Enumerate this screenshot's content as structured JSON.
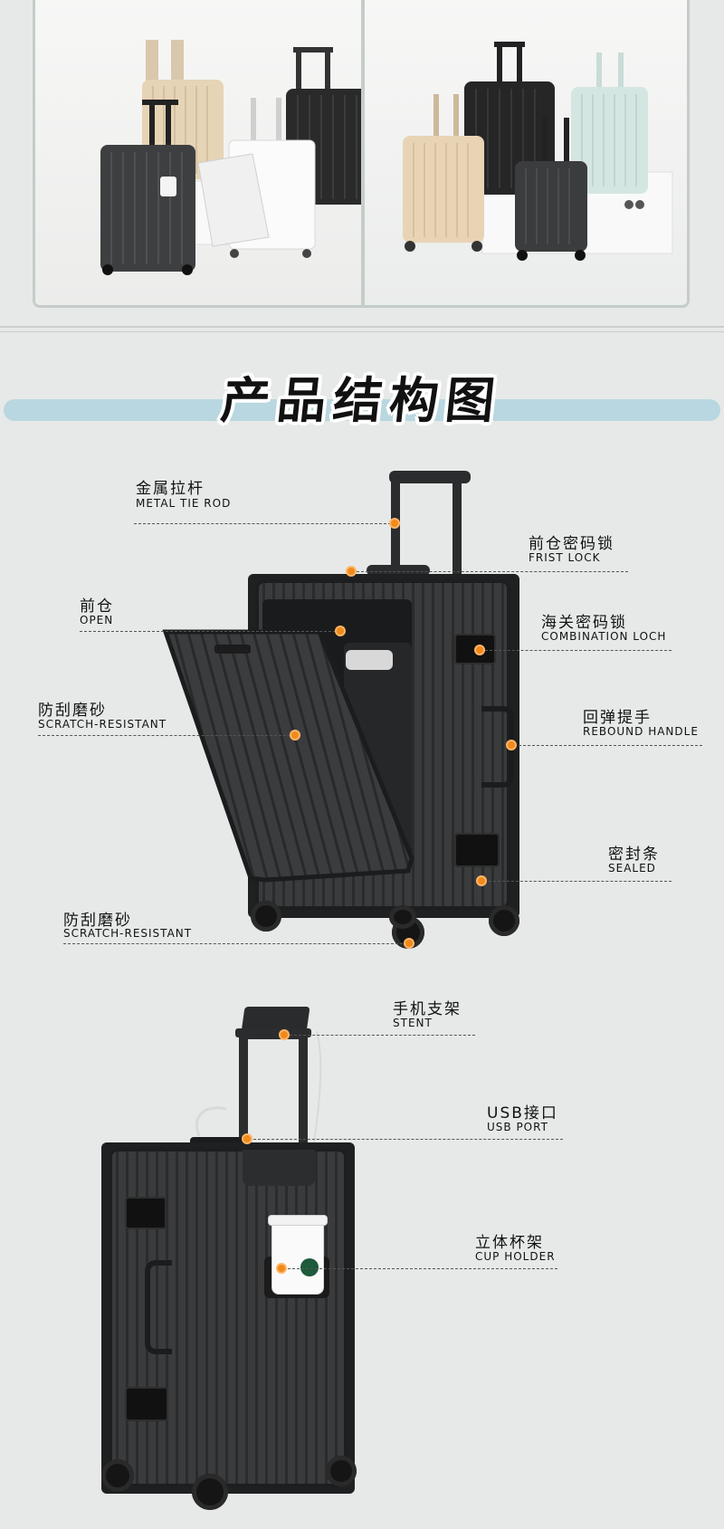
{
  "section_title": "产品结构图",
  "callouts": [
    {
      "cn": "金属拉杆",
      "en": "METAL TIE ROD"
    },
    {
      "cn": "前仓密码锁",
      "en": "FRIST LOCK"
    },
    {
      "cn": "前仓",
      "en": "OPEN"
    },
    {
      "cn": "海关密码锁",
      "en": "COMBINATION LOCH"
    },
    {
      "cn": "防刮磨砂",
      "en": "SCRATCH-RESISTANT"
    },
    {
      "cn": "回弹提手",
      "en": "REBOUND HANDLE"
    },
    {
      "cn": "密封条",
      "en": "SEALED"
    },
    {
      "cn": "防刮磨砂",
      "en": "SCRATCH-RESISTANT"
    },
    {
      "cn": "手机支架",
      "en": "STENT"
    },
    {
      "cn": "USB接口",
      "en": "USB PORT"
    },
    {
      "cn": "立体杯架",
      "en": "CUP HOLDER"
    }
  ],
  "colors": {
    "accent_dot": "#f08a1c",
    "title_band": "#b9d7e0",
    "background": "#e6e9e7"
  }
}
